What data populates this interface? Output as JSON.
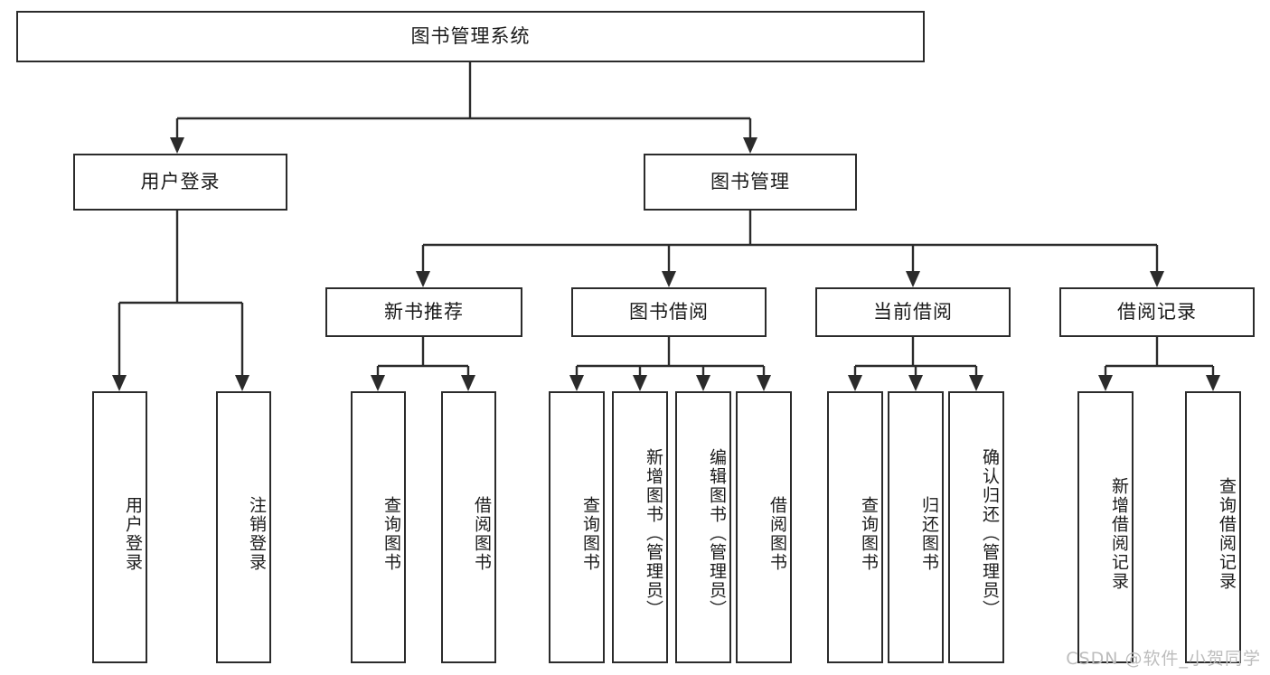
{
  "diagram": {
    "type": "tree",
    "title": "图书管理系统",
    "watermark": "CSDN @软件_小贺同学",
    "nodes": {
      "root": "图书管理系统",
      "level2": [
        "用户登录",
        "图书管理"
      ],
      "level3": [
        "新书推荐",
        "图书借阅",
        "当前借阅",
        "借阅记录"
      ],
      "leaves_user_login": [
        "用户登录",
        "注销登录"
      ],
      "leaves_new_book": [
        "查询图书",
        "借阅图书"
      ],
      "leaves_borrow": [
        "查询图书",
        "新增图书（管理员）",
        "编辑图书（管理员）",
        "借阅图书"
      ],
      "leaves_current": [
        "查询图书",
        "归还图书",
        "确认归还（管理员）"
      ],
      "leaves_record": [
        "新增借阅记录",
        "查询借阅记录"
      ]
    },
    "colors": {
      "stroke": "#2b2b2b",
      "fill": "#ffffff",
      "text": "#1a1a1a",
      "watermark": "#bdbdbd"
    }
  }
}
